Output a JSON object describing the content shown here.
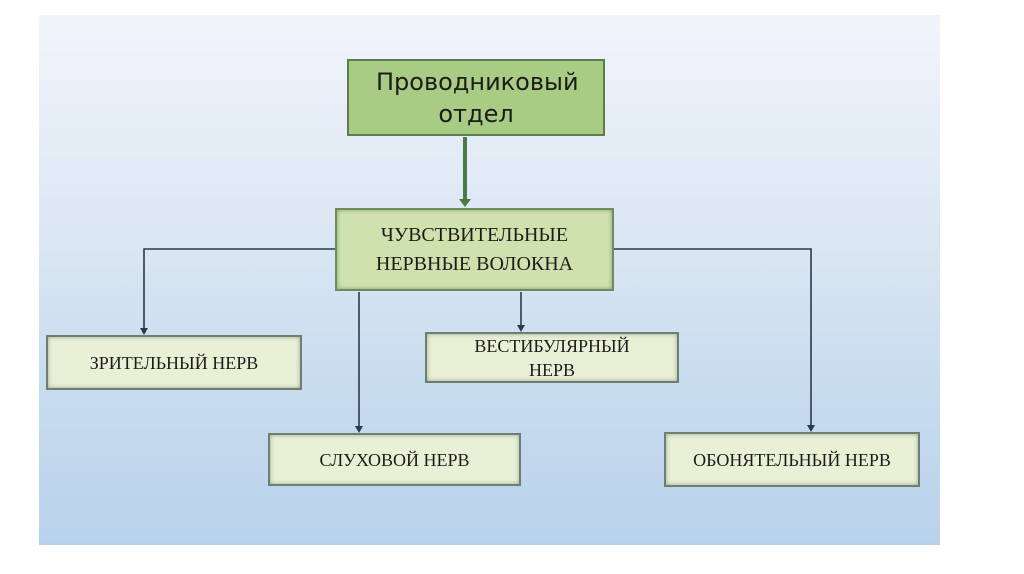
{
  "diagram": {
    "root": {
      "label": "Проводниковый отдел"
    },
    "child": {
      "label": "ЧУВСТВИТЕЛЬНЫЕ НЕРВНЫЕ ВОЛОКНА"
    },
    "leaves": [
      {
        "label": "ЗРИТЕЛЬНЫЙ НЕРВ"
      },
      {
        "label": "ВЕСТИБУЛЯРНЫЙ НЕРВ"
      },
      {
        "label": "СЛУХОВОЙ НЕРВ"
      },
      {
        "label": "ОБОНЯТЕЛЬНЫЙ НЕРВ"
      }
    ]
  },
  "colors": {
    "root_fill": "#a8cc84",
    "child_fill": "#cfe1ad",
    "leaf_fill": "#eaf0d6",
    "root_connector": "#4c7a44",
    "connector": "#2c3a4c"
  }
}
